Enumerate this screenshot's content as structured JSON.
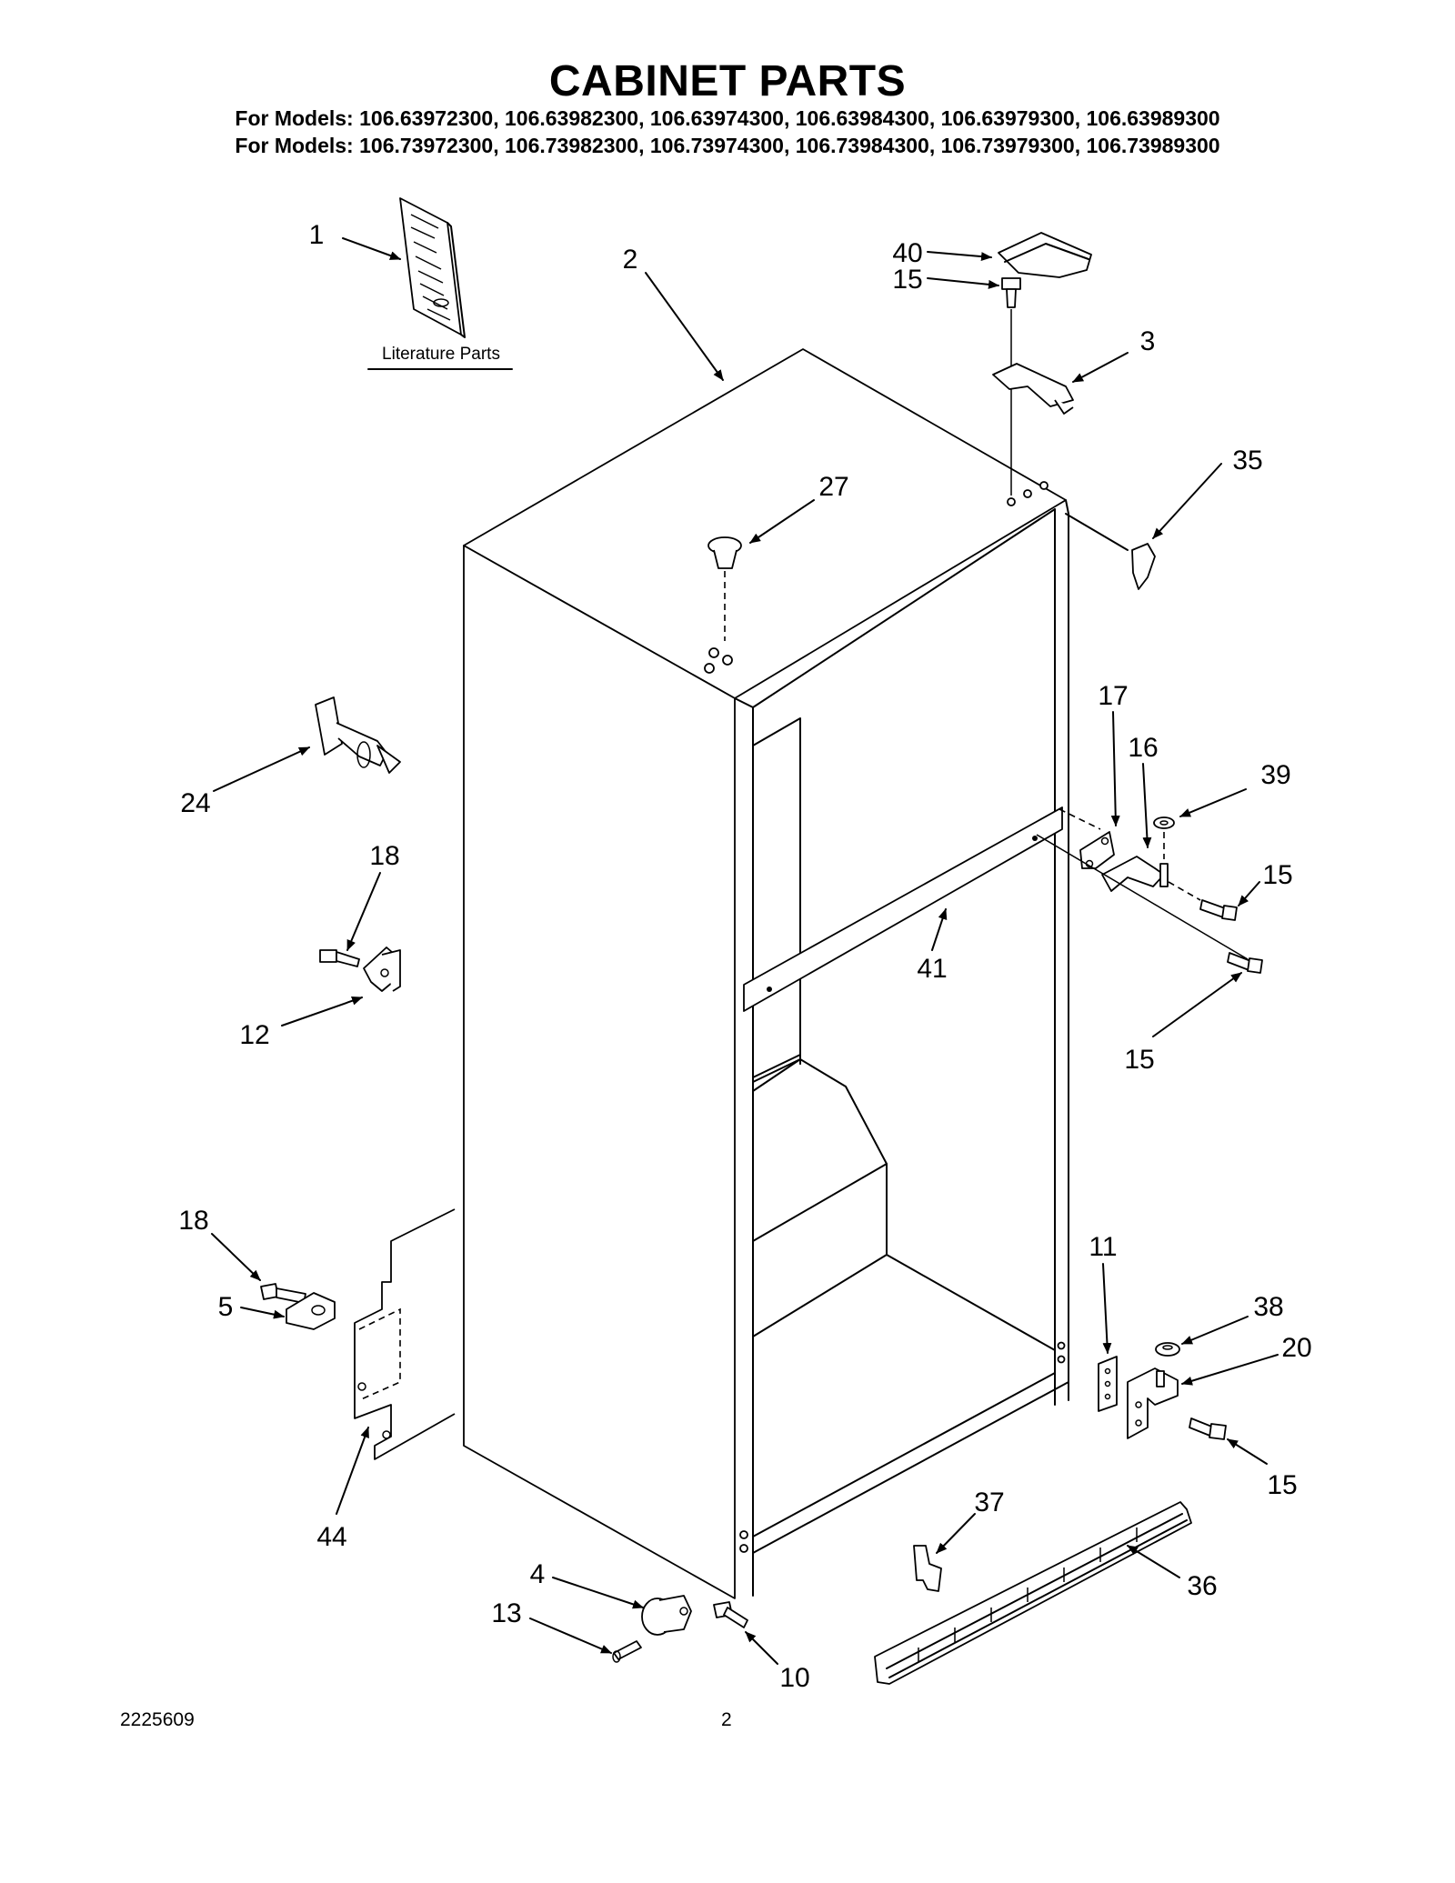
{
  "header": {
    "title": "CABINET PARTS",
    "models_line_1": "For Models: 106.63972300, 106.63982300, 106.63974300, 106.63984300, 106.63979300, 106.63989300",
    "models_line_2": "For Models: 106.73972300, 106.73982300, 106.73974300, 106.73984300, 106.73979300, 106.73989300"
  },
  "literature_label": "Literature Parts",
  "callouts": [
    "1",
    "2",
    "40",
    "15",
    "3",
    "35",
    "27",
    "24",
    "17",
    "16",
    "39",
    "15",
    "18",
    "41",
    "12",
    "15",
    "18",
    "11",
    "5",
    "38",
    "20",
    "15",
    "44",
    "37",
    "36",
    "4",
    "13",
    "10"
  ],
  "footer": {
    "doc_number": "2225609",
    "page_number": "2"
  }
}
